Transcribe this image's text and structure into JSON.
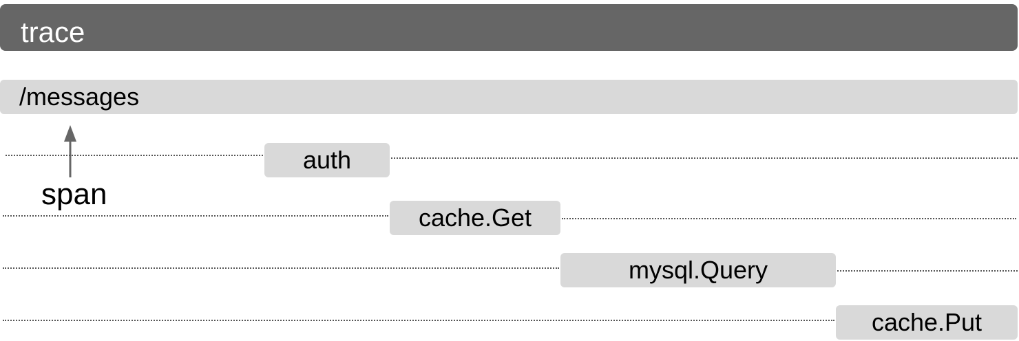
{
  "trace": {
    "label": "trace"
  },
  "root_span": {
    "label": "/messages"
  },
  "callout": {
    "label": "span"
  },
  "spans": [
    {
      "label": "auth"
    },
    {
      "label": "cache.Get"
    },
    {
      "label": "mysql.Query"
    },
    {
      "label": "cache.Put"
    }
  ],
  "colors": {
    "trace_bar": "#666666",
    "span_fill": "#d9d9d9",
    "dotted_line": "#555555",
    "arrow": "#666666"
  }
}
